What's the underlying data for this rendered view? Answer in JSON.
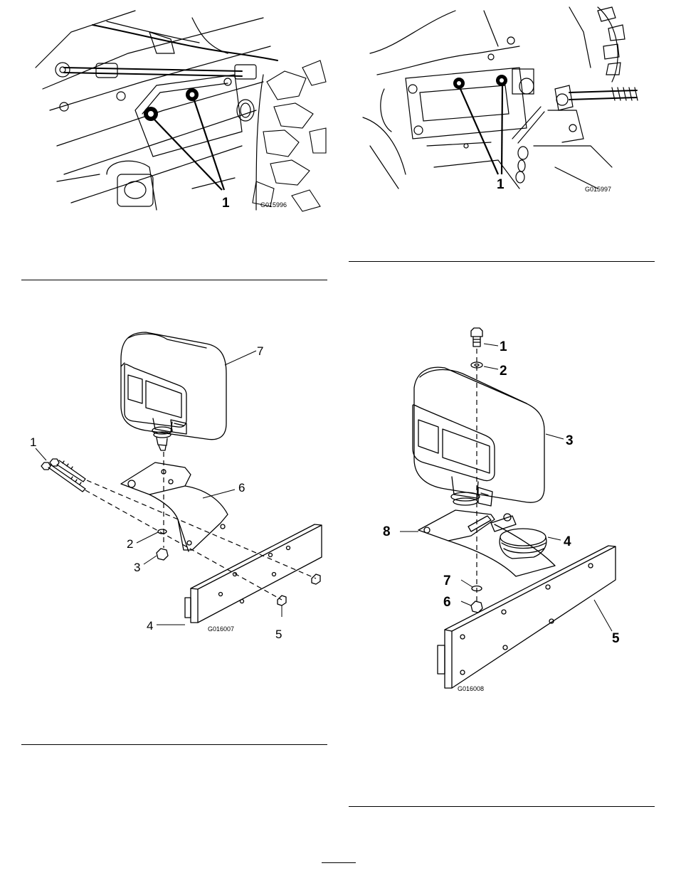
{
  "figures": {
    "fig_top_left": {
      "code": "G015996",
      "callouts": [
        "1"
      ]
    },
    "fig_top_right": {
      "code": "G015997",
      "callouts": [
        "1"
      ]
    },
    "fig_bottom_left": {
      "code": "G016007",
      "callouts": [
        "1",
        "2",
        "3",
        "4",
        "5",
        "6",
        "7"
      ]
    },
    "fig_bottom_right": {
      "code": "G016008",
      "callouts": [
        "1",
        "2",
        "3",
        "4",
        "5",
        "6",
        "7",
        "8"
      ]
    }
  }
}
